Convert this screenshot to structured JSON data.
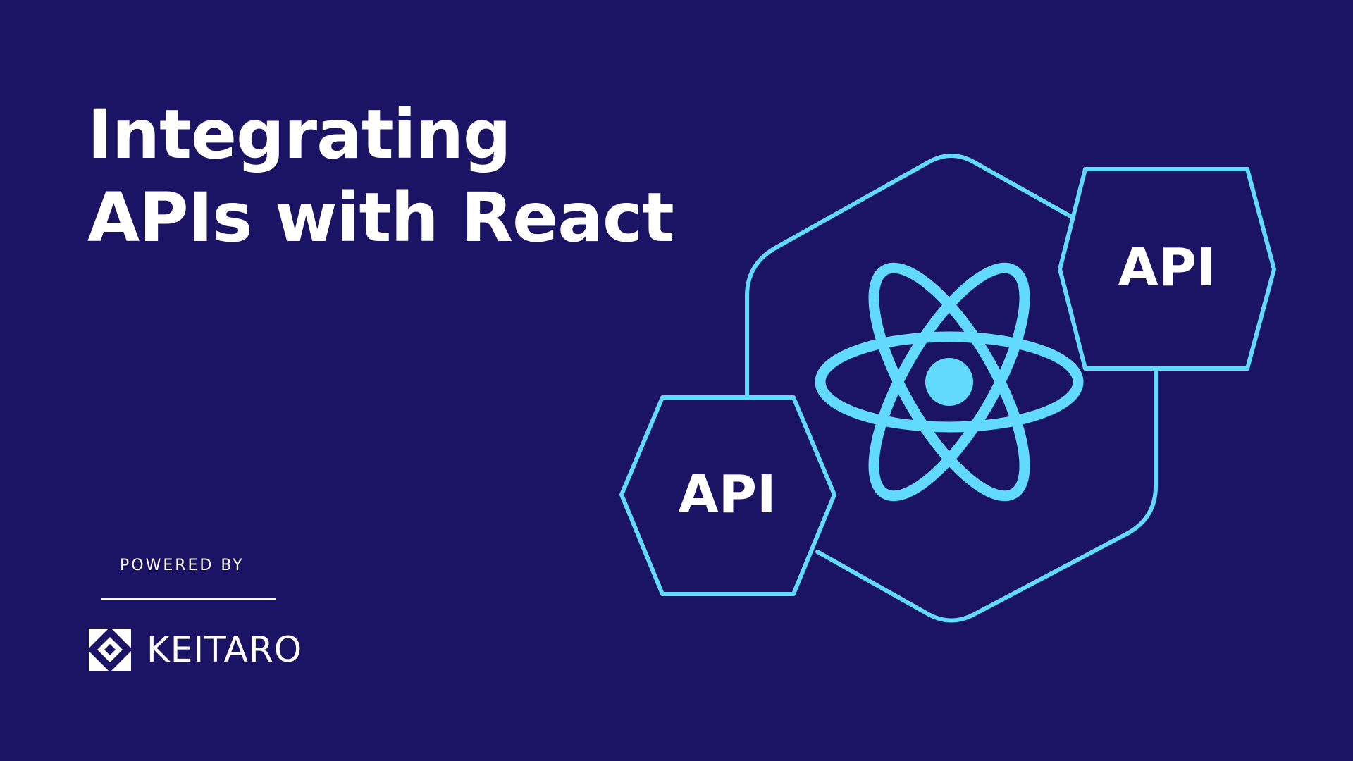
{
  "headline": {
    "line1": "Integrating",
    "line2": "APIs with React"
  },
  "footer": {
    "powered_by": "POWERED BY",
    "brand_name": "KEITARO",
    "brand_icon": "keitaro-logo-icon"
  },
  "illustration": {
    "center_icon": "react-atom-icon",
    "left_badge": "API",
    "right_badge": "API"
  },
  "colors": {
    "background": "#1b1464",
    "accent": "#61dafb",
    "text": "#ffffff"
  }
}
